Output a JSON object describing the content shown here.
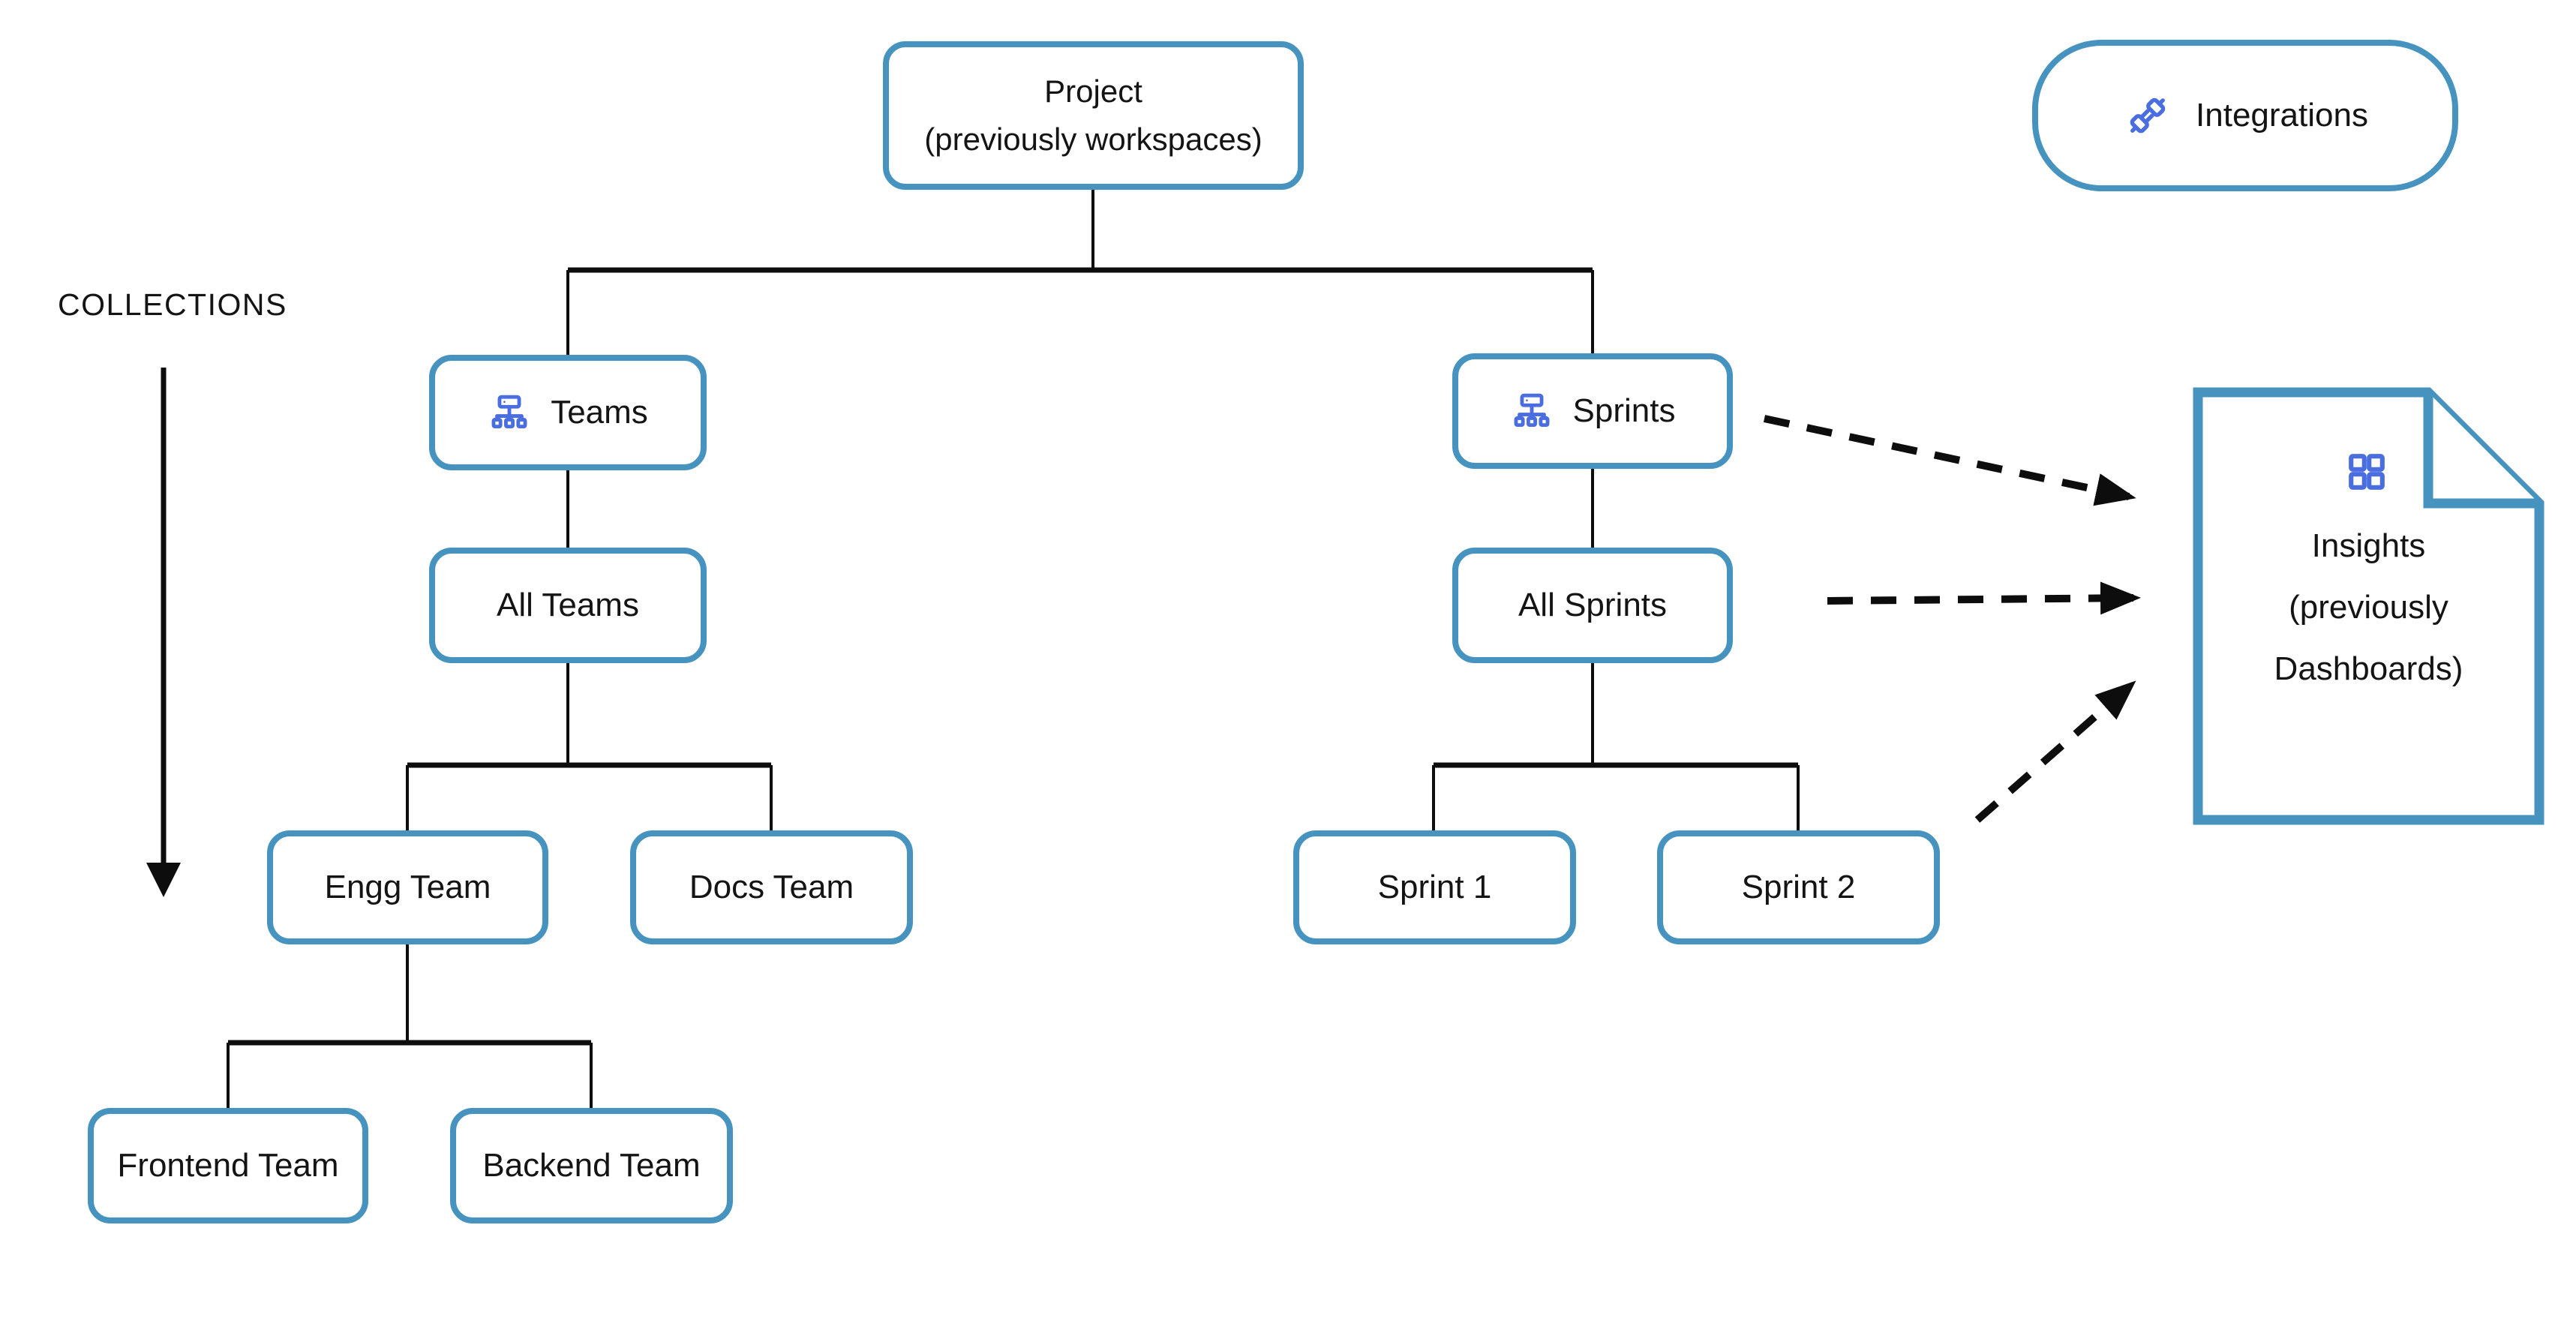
{
  "diagram": {
    "collections_label": "COLLECTIONS",
    "nodes": {
      "project": {
        "line1": "Project",
        "line2": "(previously workspaces)"
      },
      "integrations": {
        "label": "Integrations",
        "icon": "plug-icon"
      },
      "teams": {
        "label": "Teams",
        "icon": "hierarchy-icon"
      },
      "sprints": {
        "label": "Sprints",
        "icon": "hierarchy-icon"
      },
      "all_teams": {
        "label": "All Teams"
      },
      "all_sprints": {
        "label": "All Sprints"
      },
      "engg_team": {
        "label": "Engg Team"
      },
      "docs_team": {
        "label": "Docs Team"
      },
      "sprint_1": {
        "label": "Sprint 1"
      },
      "sprint_2": {
        "label": "Sprint 2"
      },
      "frontend_team": {
        "label": "Frontend Team"
      },
      "backend_team": {
        "label": "Backend Team"
      },
      "insights": {
        "line1": "Insights",
        "line2": "(previously",
        "line3": "Dashboards)",
        "icon": "grid-icon"
      }
    },
    "edges": {
      "solid": [
        [
          "project",
          "teams"
        ],
        [
          "project",
          "sprints"
        ],
        [
          "teams",
          "all_teams"
        ],
        [
          "all_teams",
          "engg_team"
        ],
        [
          "all_teams",
          "docs_team"
        ],
        [
          "engg_team",
          "frontend_team"
        ],
        [
          "engg_team",
          "backend_team"
        ],
        [
          "sprints",
          "all_sprints"
        ],
        [
          "all_sprints",
          "sprint_1"
        ],
        [
          "all_sprints",
          "sprint_2"
        ]
      ],
      "dashed_to_insights": [
        "sprints",
        "all_sprints",
        "sprint_2"
      ]
    },
    "colors": {
      "box_border": "#4793c0",
      "icon_blue": "#4a6de0",
      "line_black": "#0d0d0d",
      "text_black": "#141414"
    }
  }
}
